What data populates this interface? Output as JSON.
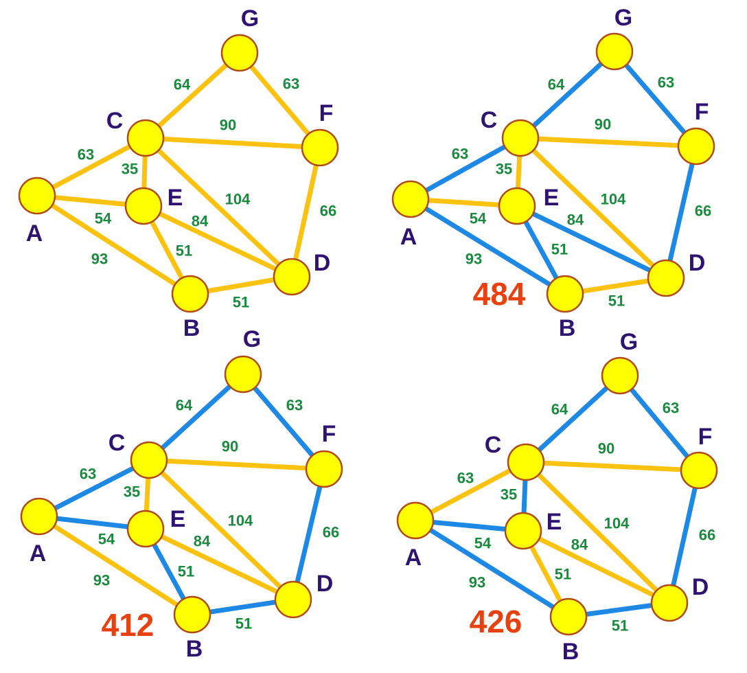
{
  "colors": {
    "tree_edge": "#1e88e5",
    "other_edge": "#fbc20f",
    "node_fill": "#ffff00",
    "node_stroke": "#b04a10",
    "node_label": "#2e1470",
    "edge_label": "#1a8a3e",
    "total_label": "#e8400e"
  },
  "nodes": [
    "A",
    "B",
    "C",
    "D",
    "E",
    "F",
    "G"
  ],
  "edges": [
    {
      "from": "A",
      "to": "C",
      "weight": "63"
    },
    {
      "from": "A",
      "to": "E",
      "weight": "54"
    },
    {
      "from": "A",
      "to": "B",
      "weight": "93"
    },
    {
      "from": "C",
      "to": "G",
      "weight": "64"
    },
    {
      "from": "G",
      "to": "F",
      "weight": "63"
    },
    {
      "from": "C",
      "to": "F",
      "weight": "90"
    },
    {
      "from": "C",
      "to": "E",
      "weight": "35"
    },
    {
      "from": "C",
      "to": "D",
      "weight": "104"
    },
    {
      "from": "E",
      "to": "D",
      "weight": "84"
    },
    {
      "from": "E",
      "to": "B",
      "weight": "51"
    },
    {
      "from": "B",
      "to": "D",
      "weight": "51"
    },
    {
      "from": "F",
      "to": "D",
      "weight": "66"
    }
  ],
  "panels": [
    {
      "total": "",
      "tree_edges": []
    },
    {
      "total": "484",
      "tree_edges": [
        "A-C",
        "C-G",
        "G-F",
        "F-D",
        "E-D",
        "E-B",
        "A-B"
      ]
    },
    {
      "total": "412",
      "tree_edges": [
        "A-C",
        "C-G",
        "G-F",
        "F-D",
        "A-E",
        "E-B",
        "B-D"
      ]
    },
    {
      "total": "426",
      "tree_edges": [
        "C-E",
        "C-G",
        "G-F",
        "F-D",
        "A-E",
        "A-B",
        "B-D"
      ]
    }
  ]
}
